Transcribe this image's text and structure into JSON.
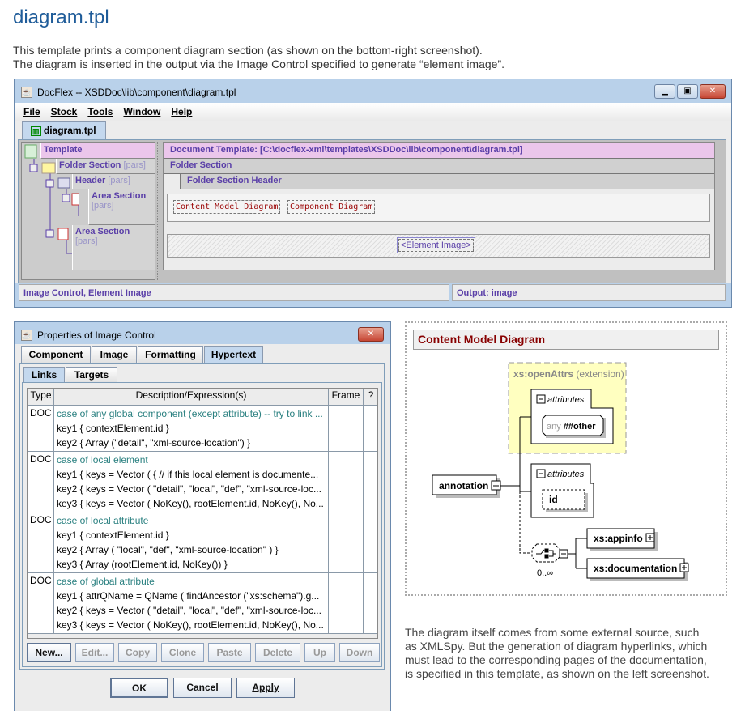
{
  "page": {
    "title": "diagram.tpl",
    "intro": [
      "This template prints a component diagram section (as shown on the bottom-right screenshot).",
      "The diagram is inserted in the output via the Image Control specified to generate “element image”."
    ],
    "caption": [
      "The diagram itself comes from some external source, such",
      "as XMLSpy. But the generation of diagram hyperlinks, which",
      "must lead to the corresponding pages of the documentation,",
      "is specified in this template, as shown on the left screenshot."
    ]
  },
  "main_window": {
    "title": "DocFlex -- XSDDoc\\lib\\component\\diagram.tpl",
    "menu": [
      "File",
      "Stock",
      "Tools",
      "Window",
      "Help"
    ],
    "tab": "diagram.tpl",
    "tree": {
      "template": "Template",
      "folder": "Folder Section",
      "header": "Header",
      "area1": "Area Section",
      "area2": "Area Section",
      "pars": "[pars]"
    },
    "editor": {
      "doc_template": "Document Template:  [C:\\docflex-xml\\templates\\XSDDoc\\lib\\component\\diagram.tpl]",
      "folder": "Folder Section",
      "folder_header": "Folder Section Header",
      "controls": [
        "Content Model Diagram",
        "Component Diagram"
      ],
      "element_image": "<Element Image>"
    },
    "status_left": "Image Control,  Element Image",
    "status_right": "Output:  image"
  },
  "dialog": {
    "title": "Properties of Image Control",
    "tabs": [
      "Component",
      "Image",
      "Formatting",
      "Hypertext"
    ],
    "active_tab": "Hypertext",
    "subtabs": [
      "Links",
      "Targets"
    ],
    "active_subtab": "Links",
    "columns": [
      "Type",
      "Description/Expression(s)",
      "Frame",
      "?"
    ],
    "rows": [
      {
        "type": "DOC",
        "desc": "case of any global component (except attribute) -- try to link ...",
        "keys": [
          "key1  { contextElement.id }",
          "key2  { Array (\"detail\", \"xml-source-location\") }"
        ]
      },
      {
        "type": "DOC",
        "desc": "case of local element",
        "keys": [
          "key1  { keys = Vector ( { // if this local element is documente...",
          "key2  { keys = Vector ( \"detail\", \"local\", \"def\", \"xml-source-loc...",
          "key3  { keys = Vector ( NoKey(), rootElement.id, NoKey(), No..."
        ]
      },
      {
        "type": "DOC",
        "desc": "case of local attribute",
        "keys": [
          "key1  { contextElement.id }",
          "key2  { Array ( \"local\", \"def\", \"xml-source-location\" ) }",
          "key3  { Array (rootElement.id, NoKey()) }"
        ]
      },
      {
        "type": "DOC",
        "desc": "case of global attribute",
        "keys": [
          "key1  { attrQName = QName ( findAncestor (\"xs:schema\").g...",
          "key2  { keys = Vector ( \"detail\", \"local\", \"def\", \"xml-source-loc...",
          "key3  { keys = Vector ( NoKey(), rootElement.id, NoKey(), No..."
        ]
      }
    ],
    "buttons": [
      "New...",
      "Edit...",
      "Copy",
      "Clone",
      "Paste",
      "Delete",
      "Up",
      "Down"
    ],
    "footer": [
      "OK",
      "Cancel",
      "Apply"
    ]
  },
  "diagram": {
    "header": "Content Model Diagram",
    "ext_name": "xs:openAttrs",
    "ext_kind": "(extension)",
    "attributes": "attributes",
    "any": "any",
    "other": "##other",
    "id": "id",
    "annotation": "annotation",
    "occurs": "0..∞",
    "appinfo": "xs:appinfo",
    "documentation": "xs:documentation"
  }
}
